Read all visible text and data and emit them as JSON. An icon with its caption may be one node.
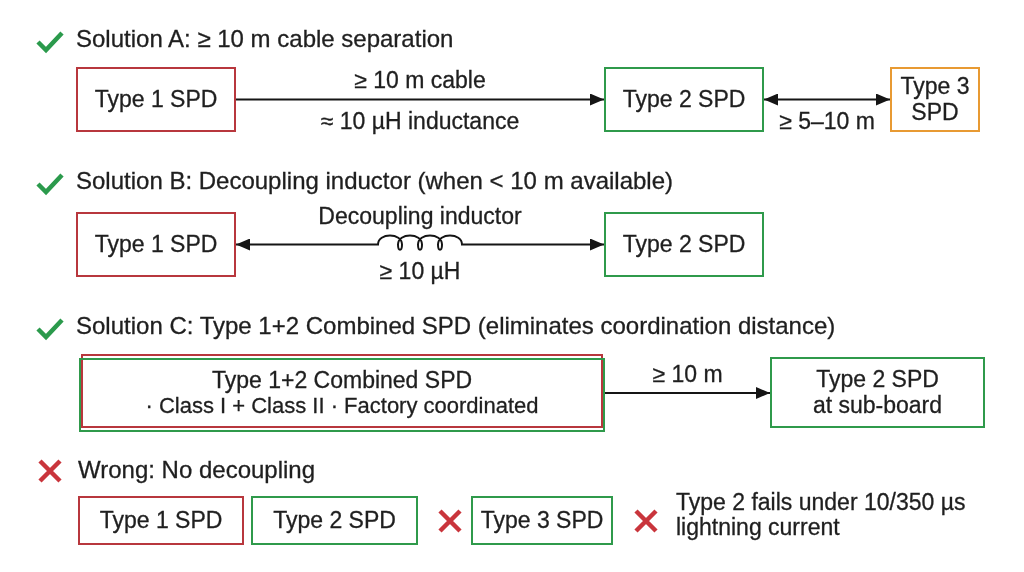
{
  "diagram": {
    "nodes": [
      {
        "text": [
          "Type 1 SPD"
        ]
      },
      {
        "text": [
          "Type 2 SPD"
        ]
      },
      {
        "text": [
          "Type 3 SPD"
        ]
      },
      {
        "text": [
          "Type 1 SPD"
        ]
      },
      {
        "text": [
          "Type 2 SPD"
        ]
      },
      {
        "text": [
          "Type 1+2 Combined SPD",
          "· Class I + Class II · Factory coordinated"
        ]
      },
      {
        "text": [
          "Type 2 SPD",
          "at sub-board"
        ]
      },
      {
        "text": [
          "Type 1 SPD"
        ]
      },
      {
        "text": [
          "Type 2 SPD"
        ]
      },
      {
        "text": [
          "Type 3 SPD"
        ]
      }
    ],
    "edges": [
      {
        "from": 0,
        "to": 1,
        "arrow": "to",
        "label": "≥ 10 m cable"
      },
      {
        "from": 1,
        "to": 2,
        "arrow": "both",
        "label": "≥ 5–10 m"
      },
      {
        "from": 3,
        "to": 4,
        "arrow": "both",
        "label": "Decoupling inductor"
      },
      {
        "from": 5,
        "to": 6,
        "arrow": "to",
        "label": "≥ 10 m"
      }
    ],
    "labels": [
      "Solution A: ≥ 10 m cable separation",
      "≈ 10 µH inductance",
      "Solution B: Decoupling inductor (when < 10 m available)",
      "≥ 10 µH",
      "Solution C: Type 1+2 Combined SPD (eliminates coordination distance)",
      "Wrong: No decoupling",
      "Type 2 fails under 10/350 µs lightning current"
    ]
  }
}
